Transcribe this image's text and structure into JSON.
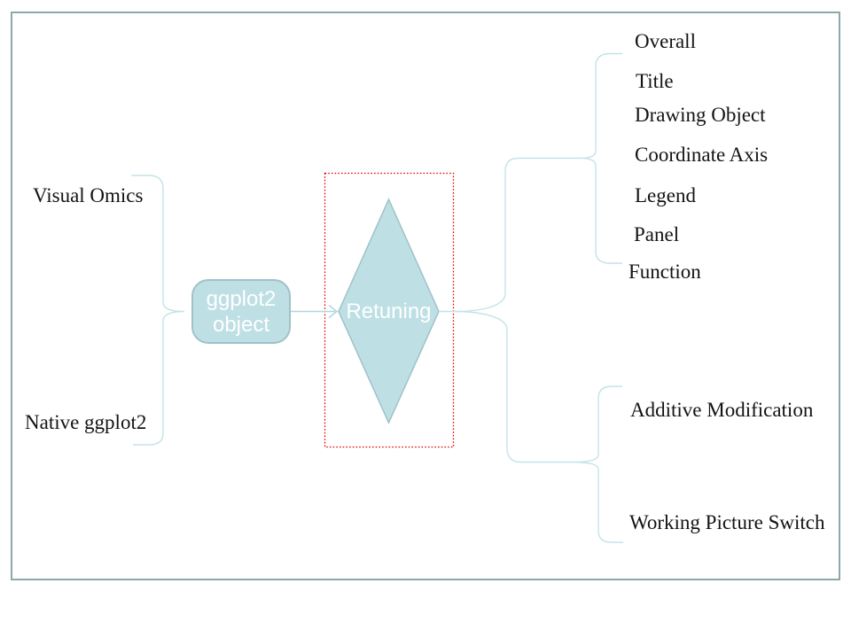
{
  "left_branch": {
    "items": [
      {
        "label": "Visual Omics"
      },
      {
        "label": "Native ggplot2"
      }
    ]
  },
  "center_flow": {
    "object_node": {
      "line1": "ggplot2",
      "line2": "object"
    },
    "decision_node": {
      "label": "Retuning"
    }
  },
  "right_top_branch": {
    "items": [
      "Overall",
      "Title",
      "Drawing Object",
      "Coordinate Axis",
      "Legend",
      "Panel",
      "Function"
    ]
  },
  "right_bottom_branch": {
    "items": [
      "Additive Modification",
      "Working Picture Switch"
    ]
  },
  "colors": {
    "node_fill": "#bedfe4",
    "node_border": "#9fc2c8",
    "connector": "#c4e3e8",
    "arrow": "#aed7dd",
    "highlight_border": "#e60000",
    "canvas_border": "#8ea7a8",
    "node_text": "#ffffff",
    "label_text": "#131313"
  }
}
